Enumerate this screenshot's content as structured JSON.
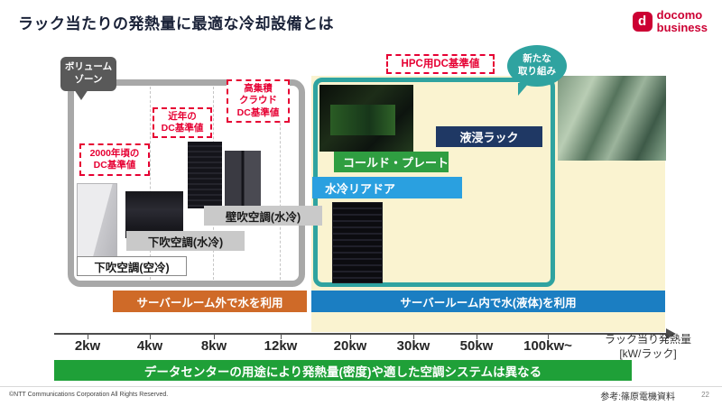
{
  "slide": {
    "title": "ラック当たりの発熱量に最適な冷却設備とは",
    "footer": {
      "copyright": "©NTT Communications Corporation All Rights Reserved.",
      "reference": "参考:篠原電機資料",
      "page": "22"
    }
  },
  "logo": {
    "mark": "d",
    "line1": "docomo",
    "line2": "business"
  },
  "callouts": {
    "volume_zone": "ボリューム\nゾーン",
    "new_initiative": "新たな\n取り組み"
  },
  "standards": {
    "dc2000": "2000年頃の\nDC基準値",
    "recent": "近年の\nDC基準値",
    "high_density_cloud": "高集積\nクラウド\nDC基準値",
    "hpc": "HPC用DC基準値"
  },
  "cooling": {
    "immersion": "液浸ラック",
    "cold_plate": "コールド・プレート",
    "rear_door": "水冷リアドア",
    "wall_blow_water": "壁吹空調(水冷)",
    "down_blow_water": "下吹空調(水冷)",
    "down_blow_air": "下吹空調(空冷)"
  },
  "zones": {
    "outside_water": "サーバールーム外で水を利用",
    "inside_water": "サーバールーム内で水(液体)を利用"
  },
  "axis": {
    "ticks": [
      "2kw",
      "4kw",
      "8kw",
      "12kw",
      "20kw",
      "30kw",
      "50kw",
      "100kw~"
    ],
    "caption_line1": "ラック当り発熱量",
    "caption_line2": "[kW/ラック]"
  },
  "banner": "データセンターの用途により発熱量(密度)や適した空調システムは異なる",
  "colors": {
    "brand_red": "#cc0033",
    "accent_red": "#e60033",
    "teal": "#2fa3a0",
    "navy_label": "#1f3864",
    "green_label": "#2f9e41",
    "light_blue_label": "#2aa0e0",
    "orange_bar": "#cf6a28",
    "blue_bar": "#1b7ec2",
    "green_banner": "#1fa038",
    "yellow_bg": "#faf3d0",
    "gray_box": "#a8a8a8"
  }
}
